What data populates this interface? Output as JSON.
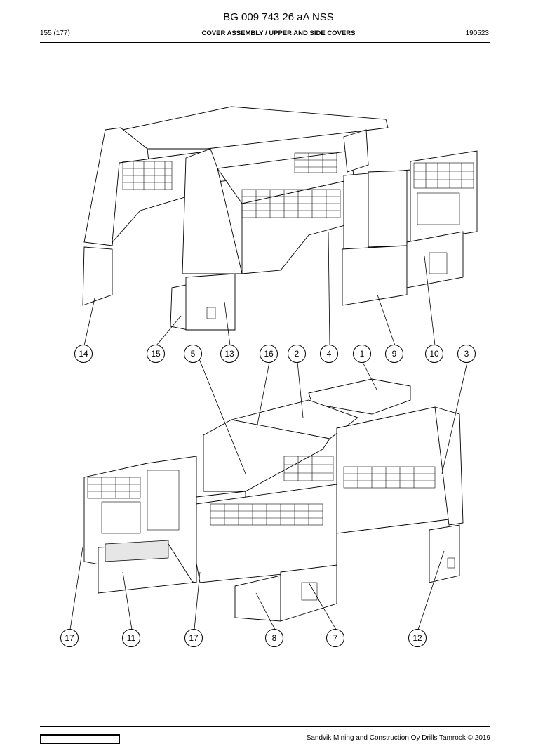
{
  "document": {
    "code": "BG 009 743 26 aA NSS",
    "page": "155 (177)",
    "section_title": "COVER ASSEMBLY / UPPER AND SIDE COVERS",
    "date": "190523",
    "footer": "Sandvik Mining and Construction Oy Drills Tamrock © 2019"
  },
  "callouts_top": [
    "14",
    "15",
    "5",
    "13",
    "16",
    "2",
    "4",
    "1",
    "9",
    "10",
    "3"
  ],
  "callouts_bottom": [
    "17",
    "11",
    "17",
    "8",
    "7",
    "12"
  ]
}
